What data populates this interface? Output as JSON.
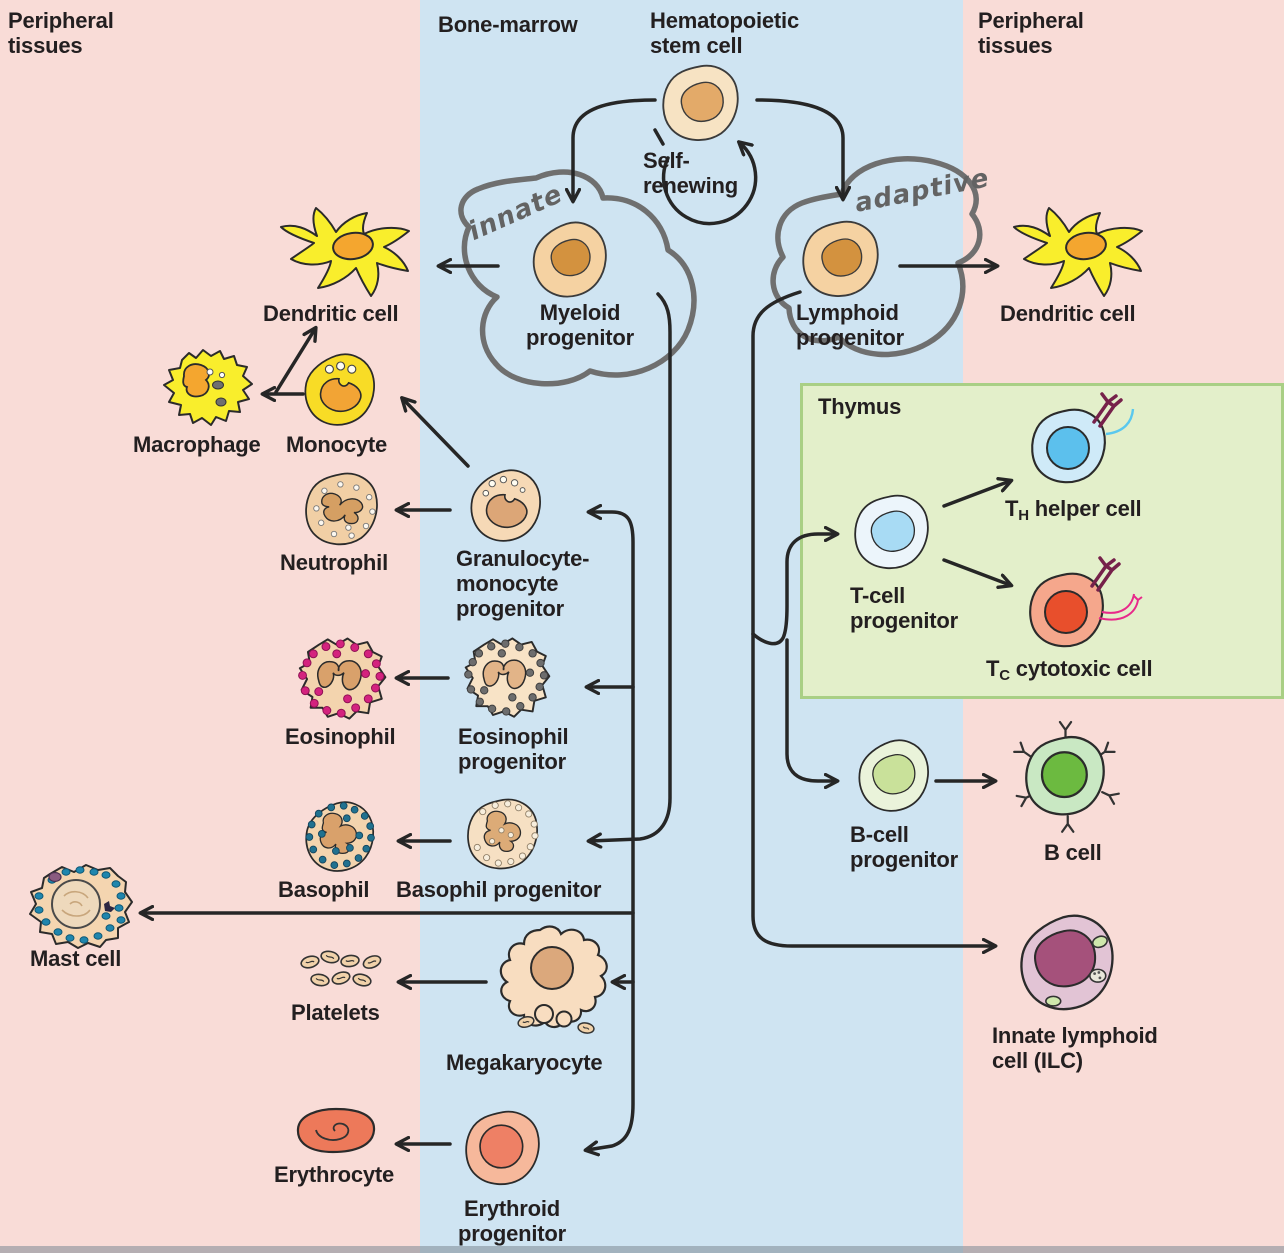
{
  "palette": {
    "peripheral_bg": "#f9dcd7",
    "bone_marrow_bg": "#cfe4f2",
    "thymus_bg": "#e3efca",
    "thymus_border": "#a9cf85",
    "arrow": "#262626",
    "handwritten_gray": "#636363",
    "text": "#231f20"
  },
  "headers": {
    "peripheral_left": "Peripheral\ntissues",
    "bone_marrow": "Bone-marrow",
    "stem_cell": "Hematopoietic\nstem cell",
    "peripheral_right": "Peripheral\ntissues",
    "thymus": "Thymus"
  },
  "annotations": {
    "self_renewing": "Self-\nrenewing",
    "innate": "innate",
    "adaptive": "adaptive"
  },
  "cells": {
    "myeloid_progenitor": "Myeloid\nprogenitor",
    "lymphoid_progenitor": "Lymphoid\nprogenitor",
    "dendritic_left": "Dendritic cell",
    "dendritic_right": "Dendritic cell",
    "macrophage": "Macrophage",
    "monocyte": "Monocyte",
    "neutrophil": "Neutrophil",
    "granulocyte_monocyte_progenitor": "Granulocyte-\nmonocyte\nprogenitor",
    "eosinophil": "Eosinophil",
    "eosinophil_progenitor": "Eosinophil\nprogenitor",
    "basophil": "Basophil",
    "basophil_progenitor": "Basophil progenitor",
    "mast_cell": "Mast cell",
    "platelets": "Platelets",
    "megakaryocyte": "Megakaryocyte",
    "erythrocyte": "Erythrocyte",
    "erythroid_progenitor": "Erythroid\nprogenitor",
    "t_cell_progenitor": "T-cell\nprogenitor",
    "th_helper": {
      "prefix": "T",
      "sub": "H",
      "rest": " helper cell"
    },
    "tc_cytotoxic": {
      "prefix": "T",
      "sub": "C",
      "rest": " cytotoxic cell"
    },
    "b_cell_progenitor": "B-cell\nprogenitor",
    "b_cell": "B cell",
    "innate_lymphoid_cell": "Innate lymphoid\ncell (ILC)"
  }
}
